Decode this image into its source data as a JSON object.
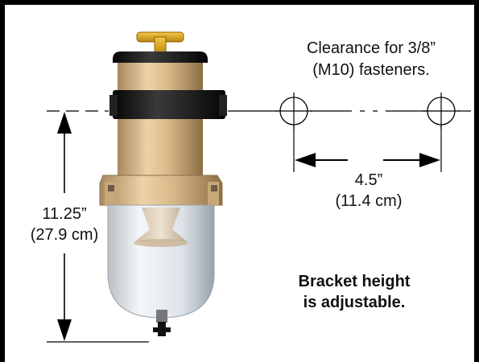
{
  "clearance": {
    "line1": "Clearance for 3/8”",
    "line2": "(M10) fasteners."
  },
  "spacing": {
    "value": "4.5”",
    "metric": "(11.4 cm)"
  },
  "height": {
    "value": "11.25”",
    "metric": "(27.9 cm)"
  },
  "note": {
    "line1": "Bracket height",
    "line2": "is adjustable."
  },
  "colors": {
    "border": "#000000",
    "filter_body": "#d9b98c",
    "cap": "#1a1a1a",
    "handle": "#e8b020",
    "bowl": "#e6ebee",
    "line": "#000000"
  }
}
